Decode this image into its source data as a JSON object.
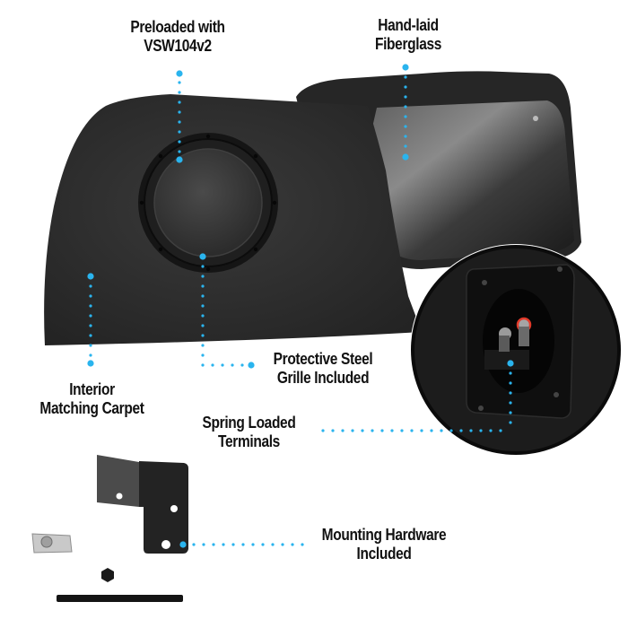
{
  "infographic": {
    "accent_color": "#2ab4ee",
    "callouts": [
      {
        "id": "preloaded",
        "line1": "Preloaded with",
        "line2": "VSW104v2"
      },
      {
        "id": "fiberglass",
        "line1": "Hand-laid",
        "line2": "Fiberglass"
      },
      {
        "id": "grille",
        "line1": "Protective Steel",
        "line2": "Grille Included"
      },
      {
        "id": "carpet",
        "line1": "Interior",
        "line2": "Matching Carpet"
      },
      {
        "id": "terminals",
        "line1": "Spring Loaded",
        "line2": "Terminals"
      },
      {
        "id": "hardware",
        "line1": "Mounting Hardware",
        "line2": "Included"
      }
    ],
    "product": {
      "parts": [
        "subwoofer-enclosure",
        "fiberglass-shell",
        "terminal-cup-inset",
        "mounting-bracket",
        "u-clip-nut",
        "hex-nut",
        "threaded-rod"
      ]
    }
  }
}
